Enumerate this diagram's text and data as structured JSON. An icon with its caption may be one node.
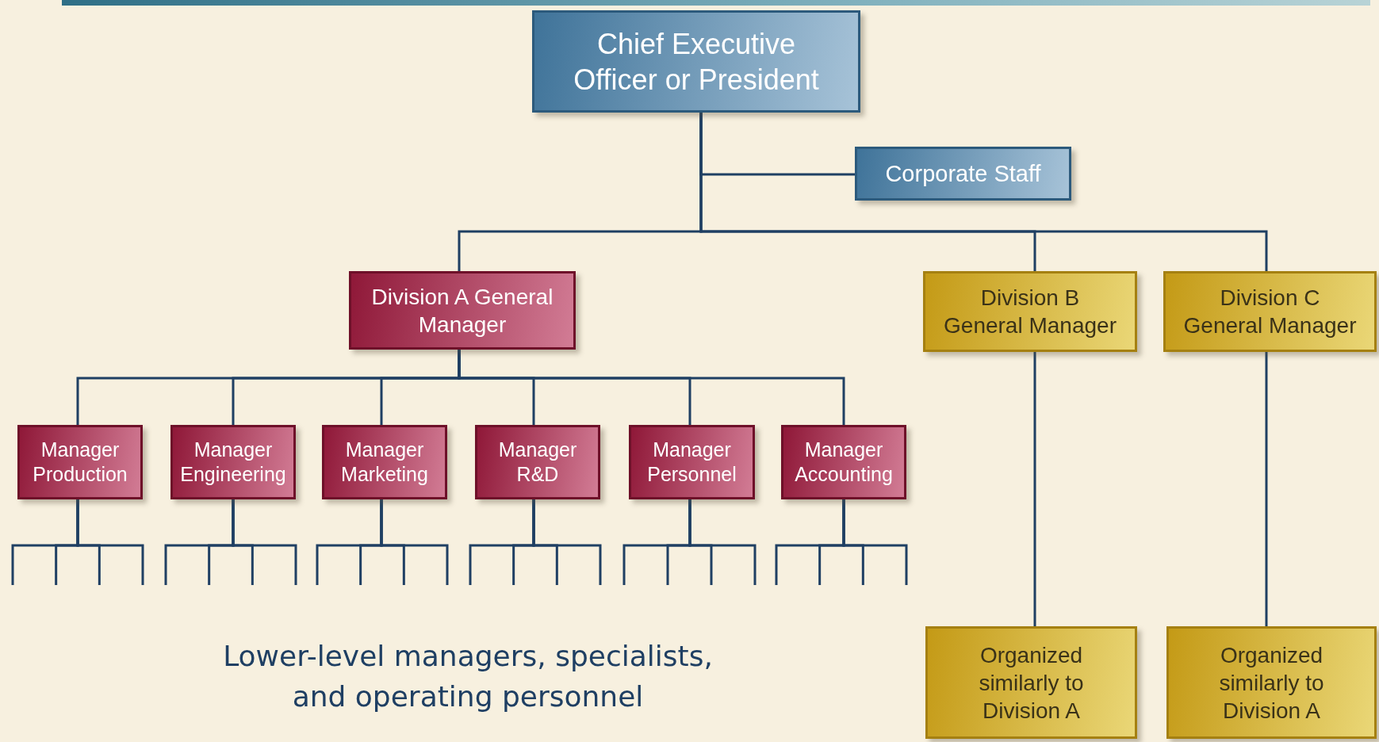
{
  "diagram": {
    "nodes": [
      {
        "text": [
          "Chief Executive Officer or President"
        ]
      },
      {
        "text": [
          "Corporate Staff"
        ]
      },
      {
        "text": [
          "Division A General Manager"
        ]
      },
      {
        "text": [
          "Division B General Manager"
        ]
      },
      {
        "text": [
          "Division C General Manager"
        ]
      },
      {
        "text": [
          "Manager Production"
        ]
      },
      {
        "text": [
          "Manager Engineering"
        ]
      },
      {
        "text": [
          "Manager Marketing"
        ]
      },
      {
        "text": [
          "Manager R&D"
        ]
      },
      {
        "text": [
          "Manager Personnel"
        ]
      },
      {
        "text": [
          "Manager Accounting"
        ]
      },
      {
        "text": [
          "Organized similarly to Division A"
        ]
      },
      {
        "text": [
          "Organized similarly to Division A"
        ]
      }
    ],
    "edges": [
      {
        "from": 0,
        "to": 1,
        "arrow": "none"
      },
      {
        "from": 0,
        "to": 2,
        "arrow": "none"
      },
      {
        "from": 0,
        "to": 3,
        "arrow": "none"
      },
      {
        "from": 0,
        "to": 4,
        "arrow": "none"
      },
      {
        "from": 2,
        "to": 5,
        "arrow": "none"
      },
      {
        "from": 2,
        "to": 6,
        "arrow": "none"
      },
      {
        "from": 2,
        "to": 7,
        "arrow": "none"
      },
      {
        "from": 2,
        "to": 8,
        "arrow": "none"
      },
      {
        "from": 2,
        "to": 9,
        "arrow": "none"
      },
      {
        "from": 2,
        "to": 10,
        "arrow": "none"
      },
      {
        "from": 3,
        "to": 11,
        "arrow": "none"
      },
      {
        "from": 4,
        "to": 12,
        "arrow": "none"
      },
      {
        "from": 5,
        "to": null,
        "arrow": "none"
      },
      {
        "from": 5,
        "to": null,
        "arrow": "none"
      },
      {
        "from": 5,
        "to": null,
        "arrow": "none"
      },
      {
        "from": 5,
        "to": null,
        "arrow": "none"
      },
      {
        "from": 6,
        "to": null,
        "arrow": "none"
      },
      {
        "from": 6,
        "to": null,
        "arrow": "none"
      },
      {
        "from": 6,
        "to": null,
        "arrow": "none"
      },
      {
        "from": 6,
        "to": null,
        "arrow": "none"
      },
      {
        "from": 7,
        "to": null,
        "arrow": "none"
      },
      {
        "from": 7,
        "to": null,
        "arrow": "none"
      },
      {
        "from": 7,
        "to": null,
        "arrow": "none"
      },
      {
        "from": 7,
        "to": null,
        "arrow": "none"
      },
      {
        "from": 8,
        "to": null,
        "arrow": "none"
      },
      {
        "from": 8,
        "to": null,
        "arrow": "none"
      },
      {
        "from": 8,
        "to": null,
        "arrow": "none"
      },
      {
        "from": 8,
        "to": null,
        "arrow": "none"
      },
      {
        "from": 9,
        "to": null,
        "arrow": "none"
      },
      {
        "from": 9,
        "to": null,
        "arrow": "none"
      },
      {
        "from": 9,
        "to": null,
        "arrow": "none"
      },
      {
        "from": 9,
        "to": null,
        "arrow": "none"
      },
      {
        "from": 10,
        "to": null,
        "arrow": "none"
      },
      {
        "from": 10,
        "to": null,
        "arrow": "none"
      },
      {
        "from": 10,
        "to": null,
        "arrow": "none"
      },
      {
        "from": 10,
        "to": null,
        "arrow": "none"
      }
    ],
    "labels": [
      "Lower-level managers, specialists, and operating personnel"
    ]
  }
}
